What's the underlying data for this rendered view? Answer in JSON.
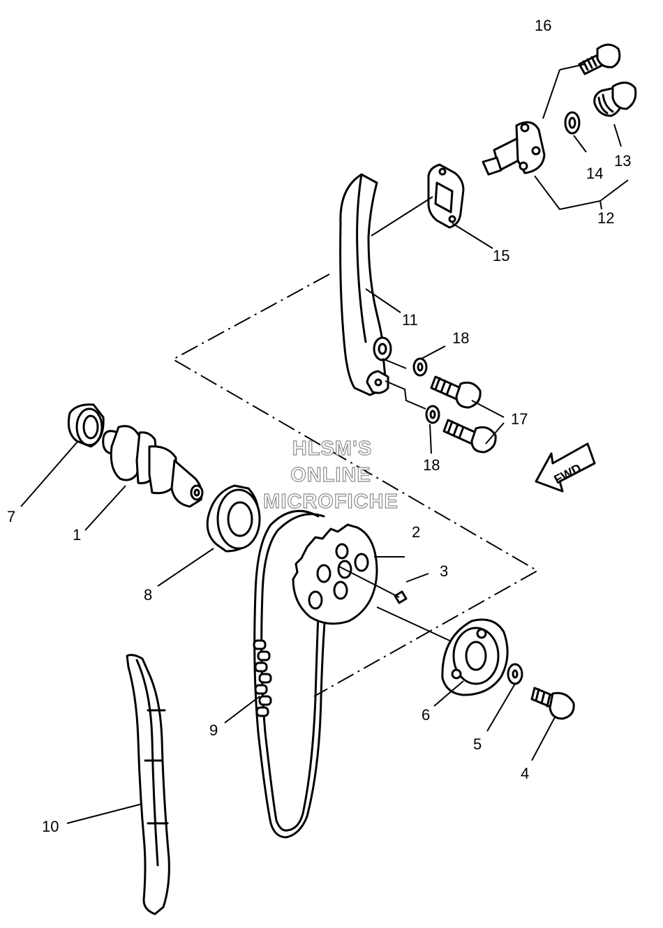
{
  "diagram": {
    "watermark": [
      "HLSM'S",
      "ONLINE",
      "MICROFICHE"
    ],
    "direction_arrow": "FWD",
    "callouts": [
      {
        "id": "1",
        "label": "1"
      },
      {
        "id": "2",
        "label": "2"
      },
      {
        "id": "3",
        "label": "3"
      },
      {
        "id": "4",
        "label": "4"
      },
      {
        "id": "5",
        "label": "5"
      },
      {
        "id": "6",
        "label": "6"
      },
      {
        "id": "7",
        "label": "7"
      },
      {
        "id": "8",
        "label": "8"
      },
      {
        "id": "9",
        "label": "9"
      },
      {
        "id": "10",
        "label": "10"
      },
      {
        "id": "11",
        "label": "11"
      },
      {
        "id": "12",
        "label": "12"
      },
      {
        "id": "13",
        "label": "13"
      },
      {
        "id": "14",
        "label": "14"
      },
      {
        "id": "15",
        "label": "15"
      },
      {
        "id": "16",
        "label": "16"
      },
      {
        "id": "17",
        "label": "17"
      },
      {
        "id": "18a",
        "label": "18"
      },
      {
        "id": "18b",
        "label": "18"
      }
    ]
  }
}
